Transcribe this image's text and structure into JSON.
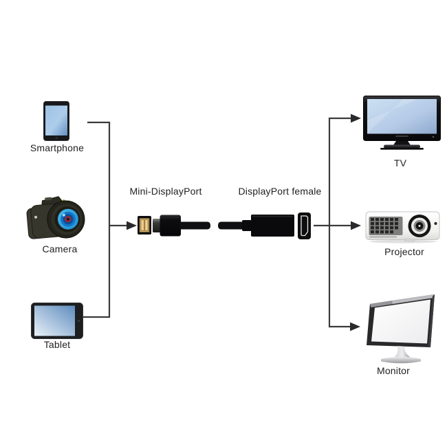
{
  "diagram": {
    "sources": [
      {
        "label": "Smartphone",
        "icon": "smartphone-icon"
      },
      {
        "label": "Camera",
        "icon": "camera-icon"
      },
      {
        "label": "Tablet",
        "icon": "tablet-icon"
      }
    ],
    "adapter": {
      "labels": {
        "left": "Mini-DisplayPort",
        "right": "DisplayPort female"
      }
    },
    "targets": [
      {
        "label": "TV",
        "icon": "tv-icon"
      },
      {
        "label": "Projector",
        "icon": "projector-icon"
      },
      {
        "label": "Monitor",
        "icon": "monitor-icon"
      }
    ],
    "icons": [
      "smartphone-icon",
      "camera-icon",
      "tablet-icon",
      "mini-displayport-port-icon",
      "mini-displayport-plug-icon",
      "adapter-cable-icon",
      "displayport-female-housing-icon",
      "displayport-port-icon",
      "tv-icon",
      "projector-icon",
      "monitor-icon",
      "arrowhead-icon"
    ],
    "colors": {
      "connector_line": "#3a3a3c",
      "label_text": "#232021",
      "screen_blue_dark": "#6490c0",
      "screen_blue_light": "#d9e8f5",
      "camera_lens_blue": "#2aa7e9",
      "mini_dp_gold": "#d8b577",
      "background": "#ffffff"
    }
  }
}
